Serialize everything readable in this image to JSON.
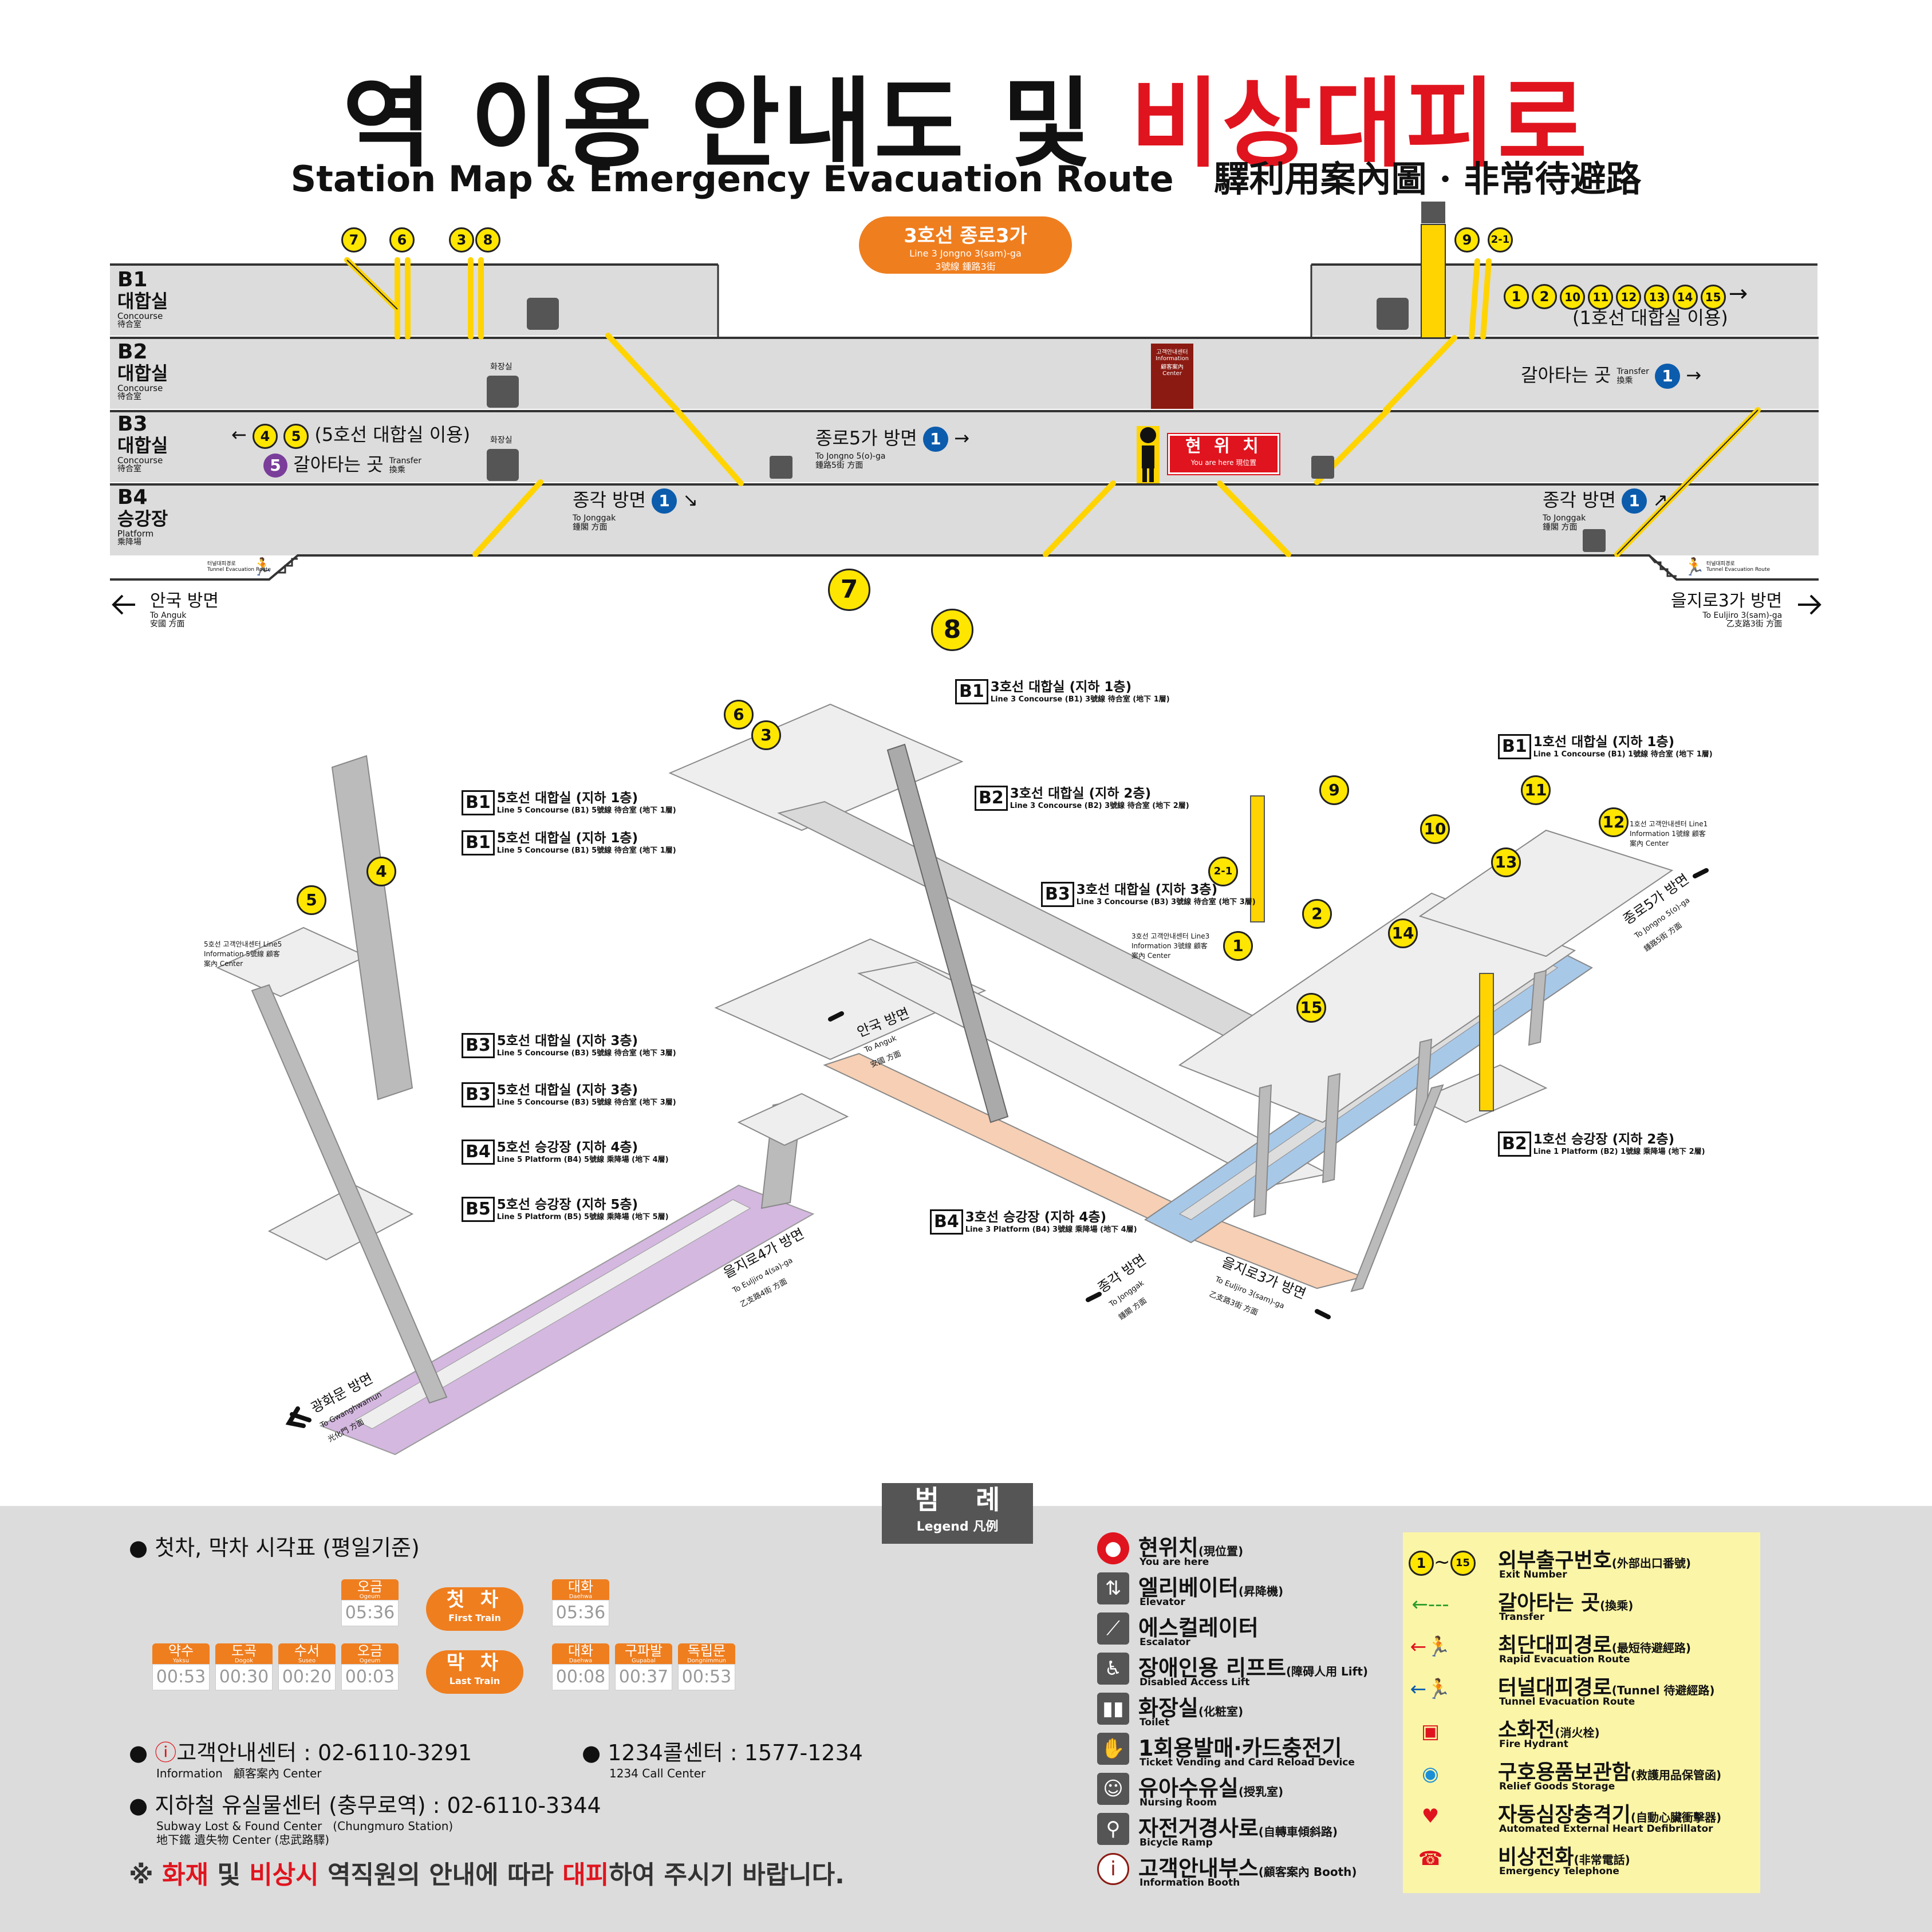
{
  "title": {
    "part1": "역 이용 안내도 및 ",
    "part2": "비상대피로"
  },
  "subtitle": {
    "en": "Station Map & Emergency Evacuation Route",
    "han": "驛利用案內圖 · 非常待避路"
  },
  "line_badge": {
    "ko": "3호선 종로3가",
    "en": "Line 3 Jongno 3(sam)-ga",
    "ja": "3號線 鍾路3街"
  },
  "floors": [
    {
      "code": "B1",
      "ko": "대합실",
      "en": "Concourse",
      "ja": "待合室"
    },
    {
      "code": "B2",
      "ko": "대합실",
      "en": "Concourse",
      "ja": "待合室"
    },
    {
      "code": "B3",
      "ko": "대합실",
      "en": "Concourse",
      "ja": "待合室"
    },
    {
      "code": "B4",
      "ko": "승강장",
      "en": "Platform",
      "ja": "乘降場"
    }
  ],
  "section": {
    "exits_left": [
      "7",
      "6",
      "3",
      "8"
    ],
    "exits_right_top": [
      "9",
      "2-1"
    ],
    "exits_b1_row": [
      "1",
      "2",
      "10",
      "11",
      "12",
      "13",
      "14",
      "15"
    ],
    "b1_note": "(1호선 대합실 이용)",
    "b2_transfer_ko": "갈아타는 곳",
    "b2_transfer_en": "Transfer",
    "b2_transfer_ja": "換乘",
    "b2_transfer_line": "1",
    "b3_left_exits": [
      "4",
      "5"
    ],
    "b3_left_note": "(5호선 대합실 이용)",
    "b3_left_transfer_line": "5",
    "b3_left_transfer_ko": "갈아타는 곳",
    "b3_left_transfer_en": "Transfer",
    "b3_left_transfer_ja": "換乘",
    "toilet_ko": "화장실",
    "info_center": "고객안내센터 Information 顧客案內 Center",
    "b3_dir_ko": "종로5가 방면",
    "b3_dir_en": "To Jongno 5(o)-ga",
    "b3_dir_ja": "鍾路5街 方面",
    "b3_dir_line": "1",
    "here_ko": "현 위 치",
    "here_en": "You are here 現位置",
    "b4_left_dir_ko": "종각 방면",
    "b4_left_dir_en": "To Jonggak",
    "b4_left_dir_ja": "鍾閣 方面",
    "b4_right_dir_ko": "종각 방면",
    "b4_right_dir_en": "To Jonggak",
    "b4_right_dir_ja": "鍾閣 方面",
    "b4_line": "1",
    "tunnel_ko": "터널대피경로",
    "tunnel_en": "Tunnel Evacuation Route",
    "left_dir_ko": "안국 방면",
    "left_dir_en": "To Anguk",
    "left_dir_ja": "安國 方面",
    "right_dir_ko": "을지로3가 방면",
    "right_dir_en": "To Euljiro 3(sam)-ga",
    "right_dir_ja": "乙支路3街 方面"
  },
  "iso": {
    "big_exits": [
      "7",
      "8"
    ],
    "exits": [
      "6",
      "3",
      "4",
      "5",
      "9",
      "2-1",
      "2",
      "1",
      "11",
      "10",
      "12",
      "13",
      "14",
      "15"
    ],
    "callouts": [
      {
        "tag": "B1",
        "ko": "3호선 대합실 (지하 1층)",
        "en": "Line 3 Concourse (B1) 3號線 待合室 (地下 1層)"
      },
      {
        "tag": "B2",
        "ko": "3호선 대합실 (지하 2층)",
        "en": "Line 3 Concourse (B2) 3號線 待合室 (地下 2層)"
      },
      {
        "tag": "B3",
        "ko": "3호선 대합실 (지하 3층)",
        "en": "Line 3 Concourse (B3) 3號線 待合室 (地下 3層)"
      },
      {
        "tag": "B1",
        "ko": "5호선 대합실 (지하 1층)",
        "en": "Line 5 Concourse (B1) 5號線 待合室 (地下 1層)"
      },
      {
        "tag": "B1",
        "ko": "5호선 대합실 (지하 1층)",
        "en": "Line 5 Concourse (B1) 5號線 待合室 (地下 1層)"
      },
      {
        "tag": "B3",
        "ko": "5호선 대합실 (지하 3층)",
        "en": "Line 5 Concourse (B3) 5號線 待合室 (地下 3層)"
      },
      {
        "tag": "B3",
        "ko": "5호선 대합실 (지하 3층)",
        "en": "Line 5 Concourse (B3) 5號線 待合室 (地下 3層)"
      },
      {
        "tag": "B4",
        "ko": "5호선 승강장 (지하 4층)",
        "en": "Line 5 Platform (B4) 5號線 乘降場 (地下 4層)"
      },
      {
        "tag": "B5",
        "ko": "5호선 승강장 (지하 5층)",
        "en": "Line 5 Platform (B5) 5號線 乘降場 (地下 5層)"
      },
      {
        "tag": "B4",
        "ko": "3호선 승강장 (지하 4층)",
        "en": "Line 3 Platform (B4) 3號線 乘降場 (地下 4層)"
      },
      {
        "tag": "B1",
        "ko": "1호선 대합실 (지하 1층)",
        "en": "Line 1 Concourse (B1) 1號線 待合室 (地下 1層)"
      },
      {
        "tag": "B2",
        "ko": "1호선 승강장 (지하 2층)",
        "en": "Line 1 Platform (B2) 1號線 乘降場 (地下 2層)"
      }
    ],
    "dirs": [
      {
        "ko": "안국 방면",
        "en": "To Anguk",
        "ja": "安國 方面"
      },
      {
        "ko": "종로5가 방면",
        "en": "To Jongno 5(o)-ga",
        "ja": "鍾路5街 方面"
      },
      {
        "ko": "종각 방면",
        "en": "To Jonggak",
        "ja": "鍾閣 方面"
      },
      {
        "ko": "을지로3가 방면",
        "en": "To Euljiro 3(sam)-ga",
        "ja": "乙支路3街 方面"
      },
      {
        "ko": "을지로4가 방면",
        "en": "To Euljiro 4(sa)-ga",
        "ja": "乙支路4街 方面"
      },
      {
        "ko": "광화문 방면",
        "en": "To Gwanghwamun",
        "ja": "光化門 方面"
      }
    ],
    "info_small": "5호선 고객안내센터 Line5 Information 5號線 顧客案內 Center",
    "info_small3": "3호선 고객안내센터 Line3 Information 3號線 顧客案內 Center",
    "info_small1": "1호선 고객안내센터 Line1 Information 1號線 顧客案內 Center"
  },
  "legend_tab": {
    "ko": "범 례",
    "en": "Legend",
    "ja": "凡例"
  },
  "timetable": {
    "heading": "첫차, 막차 시각표 (평일기준)",
    "first_label_ko": "첫 차",
    "first_label_en": "First Train",
    "last_label_ko": "막 차",
    "last_label_en": "Last Train",
    "first_left": [
      {
        "ko": "오금",
        "en": "Ogeum",
        "time": "05:36"
      }
    ],
    "first_right": [
      {
        "ko": "대화",
        "en": "Daehwa",
        "time": "05:36"
      }
    ],
    "last_left": [
      {
        "ko": "약수",
        "en": "Yaksu",
        "time": "00:53"
      },
      {
        "ko": "도곡",
        "en": "Dogok",
        "time": "00:30"
      },
      {
        "ko": "수서",
        "en": "Suseo",
        "time": "00:20"
      },
      {
        "ko": "오금",
        "en": "Ogeum",
        "time": "00:03"
      }
    ],
    "last_right": [
      {
        "ko": "대화",
        "en": "Daehwa",
        "time": "00:08"
      },
      {
        "ko": "구파발",
        "en": "Gupabal",
        "time": "00:37"
      },
      {
        "ko": "독립문",
        "en": "Dongnimmun",
        "time": "00:53"
      }
    ]
  },
  "contacts": {
    "info_ko": "고객안내센터 : 02-6110-3291",
    "info_en": "Information",
    "info_ja": "顧客案內 Center",
    "call_ko": "1234콜센터 : 1577-1234",
    "call_en": "1234 Call Center",
    "lost_ko": "지하철 유실물센터 (충무로역) : 02-6110-3344",
    "lost_en": "Subway Lost & Found Center",
    "lost_en2": "(Chungmuro Station)",
    "lost_ja": "地下鐵 遺失物 Center (忠武路驛)"
  },
  "warning": {
    "prefix": "※ ",
    "r1": "화재",
    "t1": " 및 ",
    "r2": "비상시",
    "t2": " 역직원의 안내에 따라 ",
    "r3": "대피",
    "t3": "하여 주시기 바랍니다."
  },
  "legend_left": [
    {
      "icon": "you-are-here-icon",
      "ko": "현위치",
      "sm": "(現位置)",
      "en": "You are here"
    },
    {
      "icon": "elevator-icon",
      "ko": "엘리베이터",
      "sm": "(昇降機)",
      "en": "Elevator"
    },
    {
      "icon": "escalator-icon",
      "ko": "에스컬레이터",
      "sm": "",
      "en": "Escalator"
    },
    {
      "icon": "wheelchair-lift-icon",
      "ko": "장애인용 리프트",
      "sm": "(障碍人用 Lift)",
      "en": "Disabled Access Lift"
    },
    {
      "icon": "toilet-icon",
      "ko": "화장실",
      "sm": "(化粧室)",
      "en": "Toilet"
    },
    {
      "icon": "ticket-machine-icon",
      "ko": "1회용발매·카드충전기",
      "sm": "",
      "en": "Ticket Vending and Card Reload Device"
    },
    {
      "icon": "nursing-room-icon",
      "ko": "유아수유실",
      "sm": "(授乳室)",
      "en": "Nursing Room"
    },
    {
      "icon": "bicycle-ramp-icon",
      "ko": "자전거경사로",
      "sm": "(自轉車傾斜路)",
      "en": "Bicycle Ramp"
    },
    {
      "icon": "info-booth-icon",
      "ko": "고객안내부스",
      "sm": "(顧客案內 Booth)",
      "en": "Information Booth"
    }
  ],
  "legend_right": [
    {
      "icon": "exit-number-icon",
      "ko": "외부출구번호",
      "sm": "(外部出口番號)",
      "en": "Exit Number",
      "range_from": "1",
      "range_to": "15"
    },
    {
      "icon": "transfer-arrow-icon",
      "ko": "갈아타는 곳",
      "sm": "(換乘)",
      "en": "Transfer"
    },
    {
      "icon": "rapid-evacuation-icon",
      "ko": "최단대피경로",
      "sm": "(最短待避經路)",
      "en": "Rapid Evacuation Route"
    },
    {
      "icon": "tunnel-evacuation-icon",
      "ko": "터널대피경로",
      "sm": "(Tunnel 待避經路)",
      "en": "Tunnel Evacuation Route"
    },
    {
      "icon": "fire-hydrant-icon",
      "ko": "소화전",
      "sm": "(消火栓)",
      "en": "Fire Hydrant"
    },
    {
      "icon": "relief-goods-icon",
      "ko": "구호용품보관함",
      "sm": "(救護用品保管函)",
      "en": "Relief Goods Storage"
    },
    {
      "icon": "aed-icon",
      "ko": "자동심장충격기",
      "sm": "(自動心臟衝擊器)",
      "en": "Automated External Heart Defibrillator"
    },
    {
      "icon": "emergency-phone-icon",
      "ko": "비상전화",
      "sm": "(非常電話)",
      "en": "Emergency Telephone"
    }
  ],
  "colors": {
    "red": "#e0141e",
    "orange": "#ef7e1f",
    "yellow": "#ffe600",
    "line1_blue": "#0b5cad",
    "line5_purple": "#7a3d9a",
    "platform_gray": "#dcdcdc"
  }
}
